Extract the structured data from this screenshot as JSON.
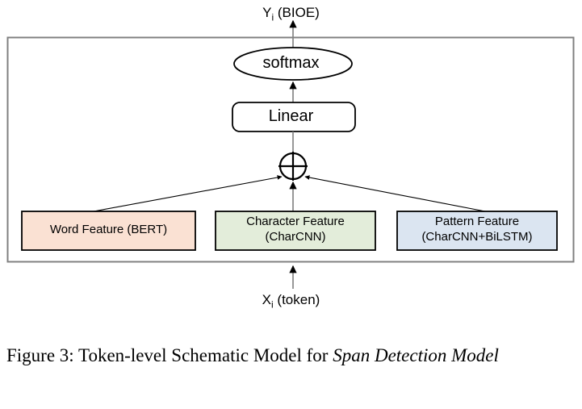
{
  "figure": {
    "caption_prefix": "Figure 3: Token-level Schematic Model for ",
    "caption_emphasis": "Span Detection Model",
    "border_color": "#808080",
    "background": "#ffffff"
  },
  "diagram": {
    "output_label": {
      "base": "Y",
      "subscript": "i",
      "suffix": " (BIOE)"
    },
    "input_label": {
      "base": "X",
      "subscript": "i",
      "suffix": " (token)"
    },
    "nodes": [
      {
        "id": "softmax",
        "label": "softmax",
        "shape": "ellipse",
        "fill": "#ffffff",
        "stroke": "#000000"
      },
      {
        "id": "linear",
        "label": "Linear",
        "shape": "rounded-rect",
        "fill": "#ffffff",
        "stroke": "#000000"
      },
      {
        "id": "combine",
        "label": "+",
        "shape": "circle-plus",
        "fill": "#ffffff",
        "stroke": "#000000"
      }
    ],
    "features": [
      {
        "id": "word",
        "line1": "Word Feature (BERT)",
        "line2": "",
        "fill": "#fae1d3",
        "stroke": "#000000"
      },
      {
        "id": "character",
        "line1": "Character Feature",
        "line2": "(CharCNN)",
        "fill": "#e3edda",
        "stroke": "#000000"
      },
      {
        "id": "pattern",
        "line1": "Pattern Feature",
        "line2": "(CharCNN+BiLSTM)",
        "fill": "#dbe5f1",
        "stroke": "#000000"
      }
    ],
    "edges": [
      {
        "from": "input",
        "to": "feature-row",
        "style": "arrow-up"
      },
      {
        "from": "word",
        "to": "combine",
        "style": "arrow-up-diagonal"
      },
      {
        "from": "character",
        "to": "combine",
        "style": "arrow-up"
      },
      {
        "from": "pattern",
        "to": "combine",
        "style": "arrow-up-diagonal"
      },
      {
        "from": "combine",
        "to": "linear",
        "style": "line-up"
      },
      {
        "from": "linear",
        "to": "softmax",
        "style": "arrow-up"
      },
      {
        "from": "softmax",
        "to": "output",
        "style": "arrow-up"
      }
    ]
  }
}
